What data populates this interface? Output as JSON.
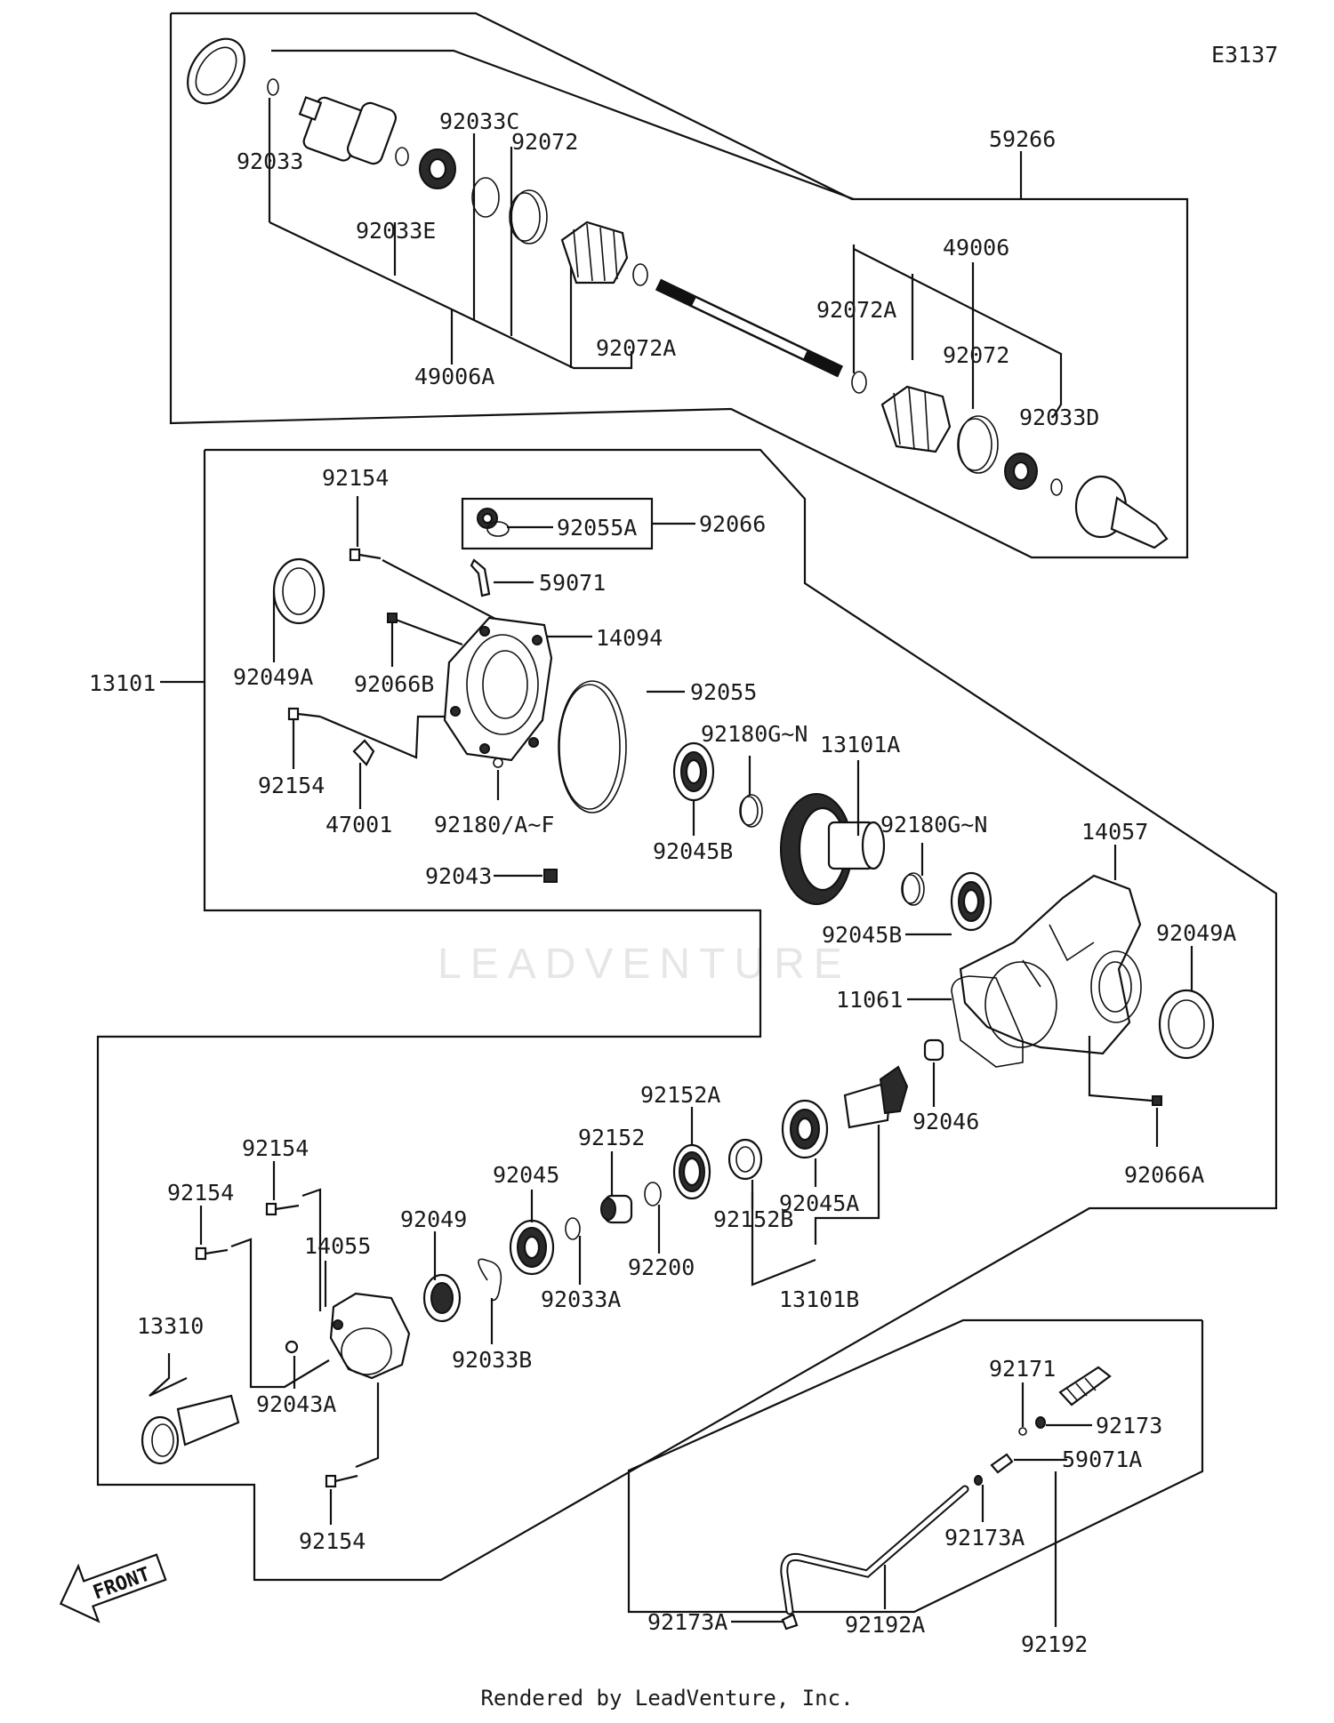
{
  "diagram_code": "E3137",
  "watermark": "LEADVENTURE",
  "direction_label": "FRONT",
  "footer": "Rendered by LeadVenture, Inc.",
  "labels": {
    "l59266": "59266",
    "l92033": "92033",
    "l92033C": "92033C",
    "l92072_top": "92072",
    "l92033E": "92033E",
    "l49006A": "49006A",
    "l92072A_1": "92072A",
    "l92072A_2": "92072A",
    "l49006": "49006",
    "l92072_2": "92072",
    "l92033D": "92033D",
    "l92154_a": "92154",
    "l92055A": "92055A",
    "l92066": "92066",
    "l59071": "59071",
    "l14094": "14094",
    "l92049A_1": "92049A",
    "l92066B": "92066B",
    "l13101": "13101",
    "l92055": "92055",
    "l92154_b": "92154",
    "l92180GN_1": "92180G~N",
    "l13101A": "13101A",
    "l47001": "47001",
    "l92180AF": "92180/A~F",
    "l92045B_1": "92045B",
    "l92180GN_2": "92180G~N",
    "l14057": "14057",
    "l92043": "92043",
    "l92045B_2": "92045B",
    "l92049A_2": "92049A",
    "l11061": "11061",
    "l92152A": "92152A",
    "l92046": "92046",
    "l92152": "92152",
    "l92066A": "92066A",
    "l92154_c": "92154",
    "l92045": "92045",
    "l92045A": "92045A",
    "l92154_d": "92154",
    "l14055": "14055",
    "l92049": "92049",
    "l92152B": "92152B",
    "l92200": "92200",
    "l92033A": "92033A",
    "l13101B": "13101B",
    "l13310": "13310",
    "l92033B": "92033B",
    "l92043A": "92043A",
    "l92171": "92171",
    "l92173": "92173",
    "l59071A": "59071A",
    "l92154_e": "92154",
    "l92173A_1": "92173A",
    "l92173A_2": "92173A",
    "l92192A": "92192A",
    "l92192": "92192"
  }
}
